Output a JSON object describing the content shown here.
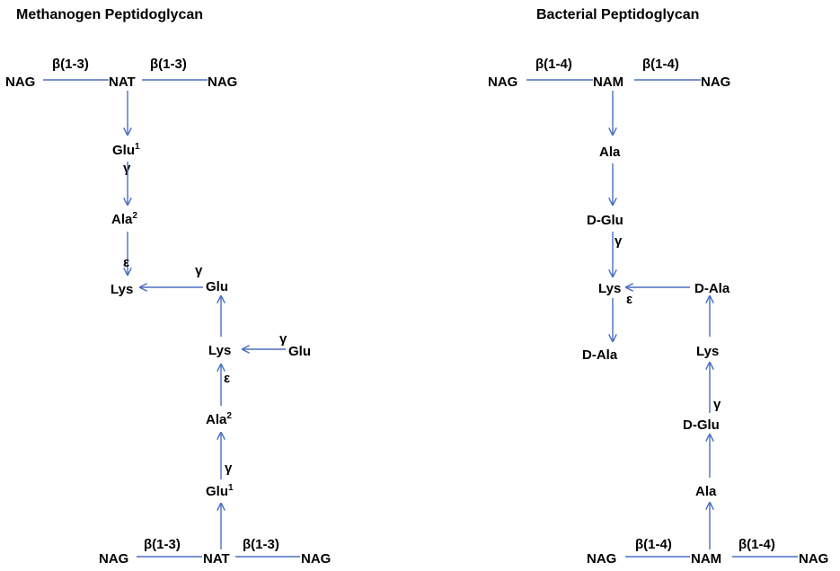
{
  "colors": {
    "edge": "#4a6fc0",
    "text": "#000000",
    "background": "#ffffff"
  },
  "methanogen": {
    "title": "Methanogen Peptidoglycan",
    "top": {
      "left": "NAG",
      "center": "NAT",
      "right": "NAG",
      "link_left": "β(1-3)",
      "link_right": "β(1-3)"
    },
    "upper_chain": [
      {
        "label": "Glu",
        "sup": "1"
      },
      {
        "label": "Ala",
        "sup": "2"
      },
      {
        "label": "Lys",
        "sup": ""
      }
    ],
    "upper_bonds": [
      "γ",
      "ε"
    ],
    "cross": {
      "glu": "Glu",
      "glu_bond": "γ",
      "lys": "Lys",
      "side_glu": "Glu",
      "side_bond": "γ",
      "lys_bond": "ε"
    },
    "lower_chain": [
      {
        "label": "Ala",
        "sup": "2"
      },
      {
        "label": "Glu",
        "sup": "1"
      }
    ],
    "lower_bond": "γ",
    "bottom": {
      "left": "NAG",
      "center": "NAT",
      "right": "NAG",
      "link_left": "β(1-3)",
      "link_right": "β(1-3)"
    }
  },
  "bacterial": {
    "title": "Bacterial Peptidoglycan",
    "top": {
      "left": "NAG",
      "center": "NAM",
      "right": "NAG",
      "link_left": "β(1-4)",
      "link_right": "β(1-4)"
    },
    "upper_chain": [
      "Ala",
      "D-Glu",
      "Lys",
      "D-Ala"
    ],
    "upper_bonds": [
      "γ",
      "ε"
    ],
    "cross": {
      "dala": "D-Ala",
      "lys": "Lys",
      "dglu": "D-Glu",
      "dglu_bond": "γ",
      "ala": "Ala"
    },
    "bottom": {
      "left": "NAG",
      "center": "NAM",
      "right": "NAG",
      "link_left": "β(1-4)",
      "link_right": "β(1-4)"
    }
  }
}
